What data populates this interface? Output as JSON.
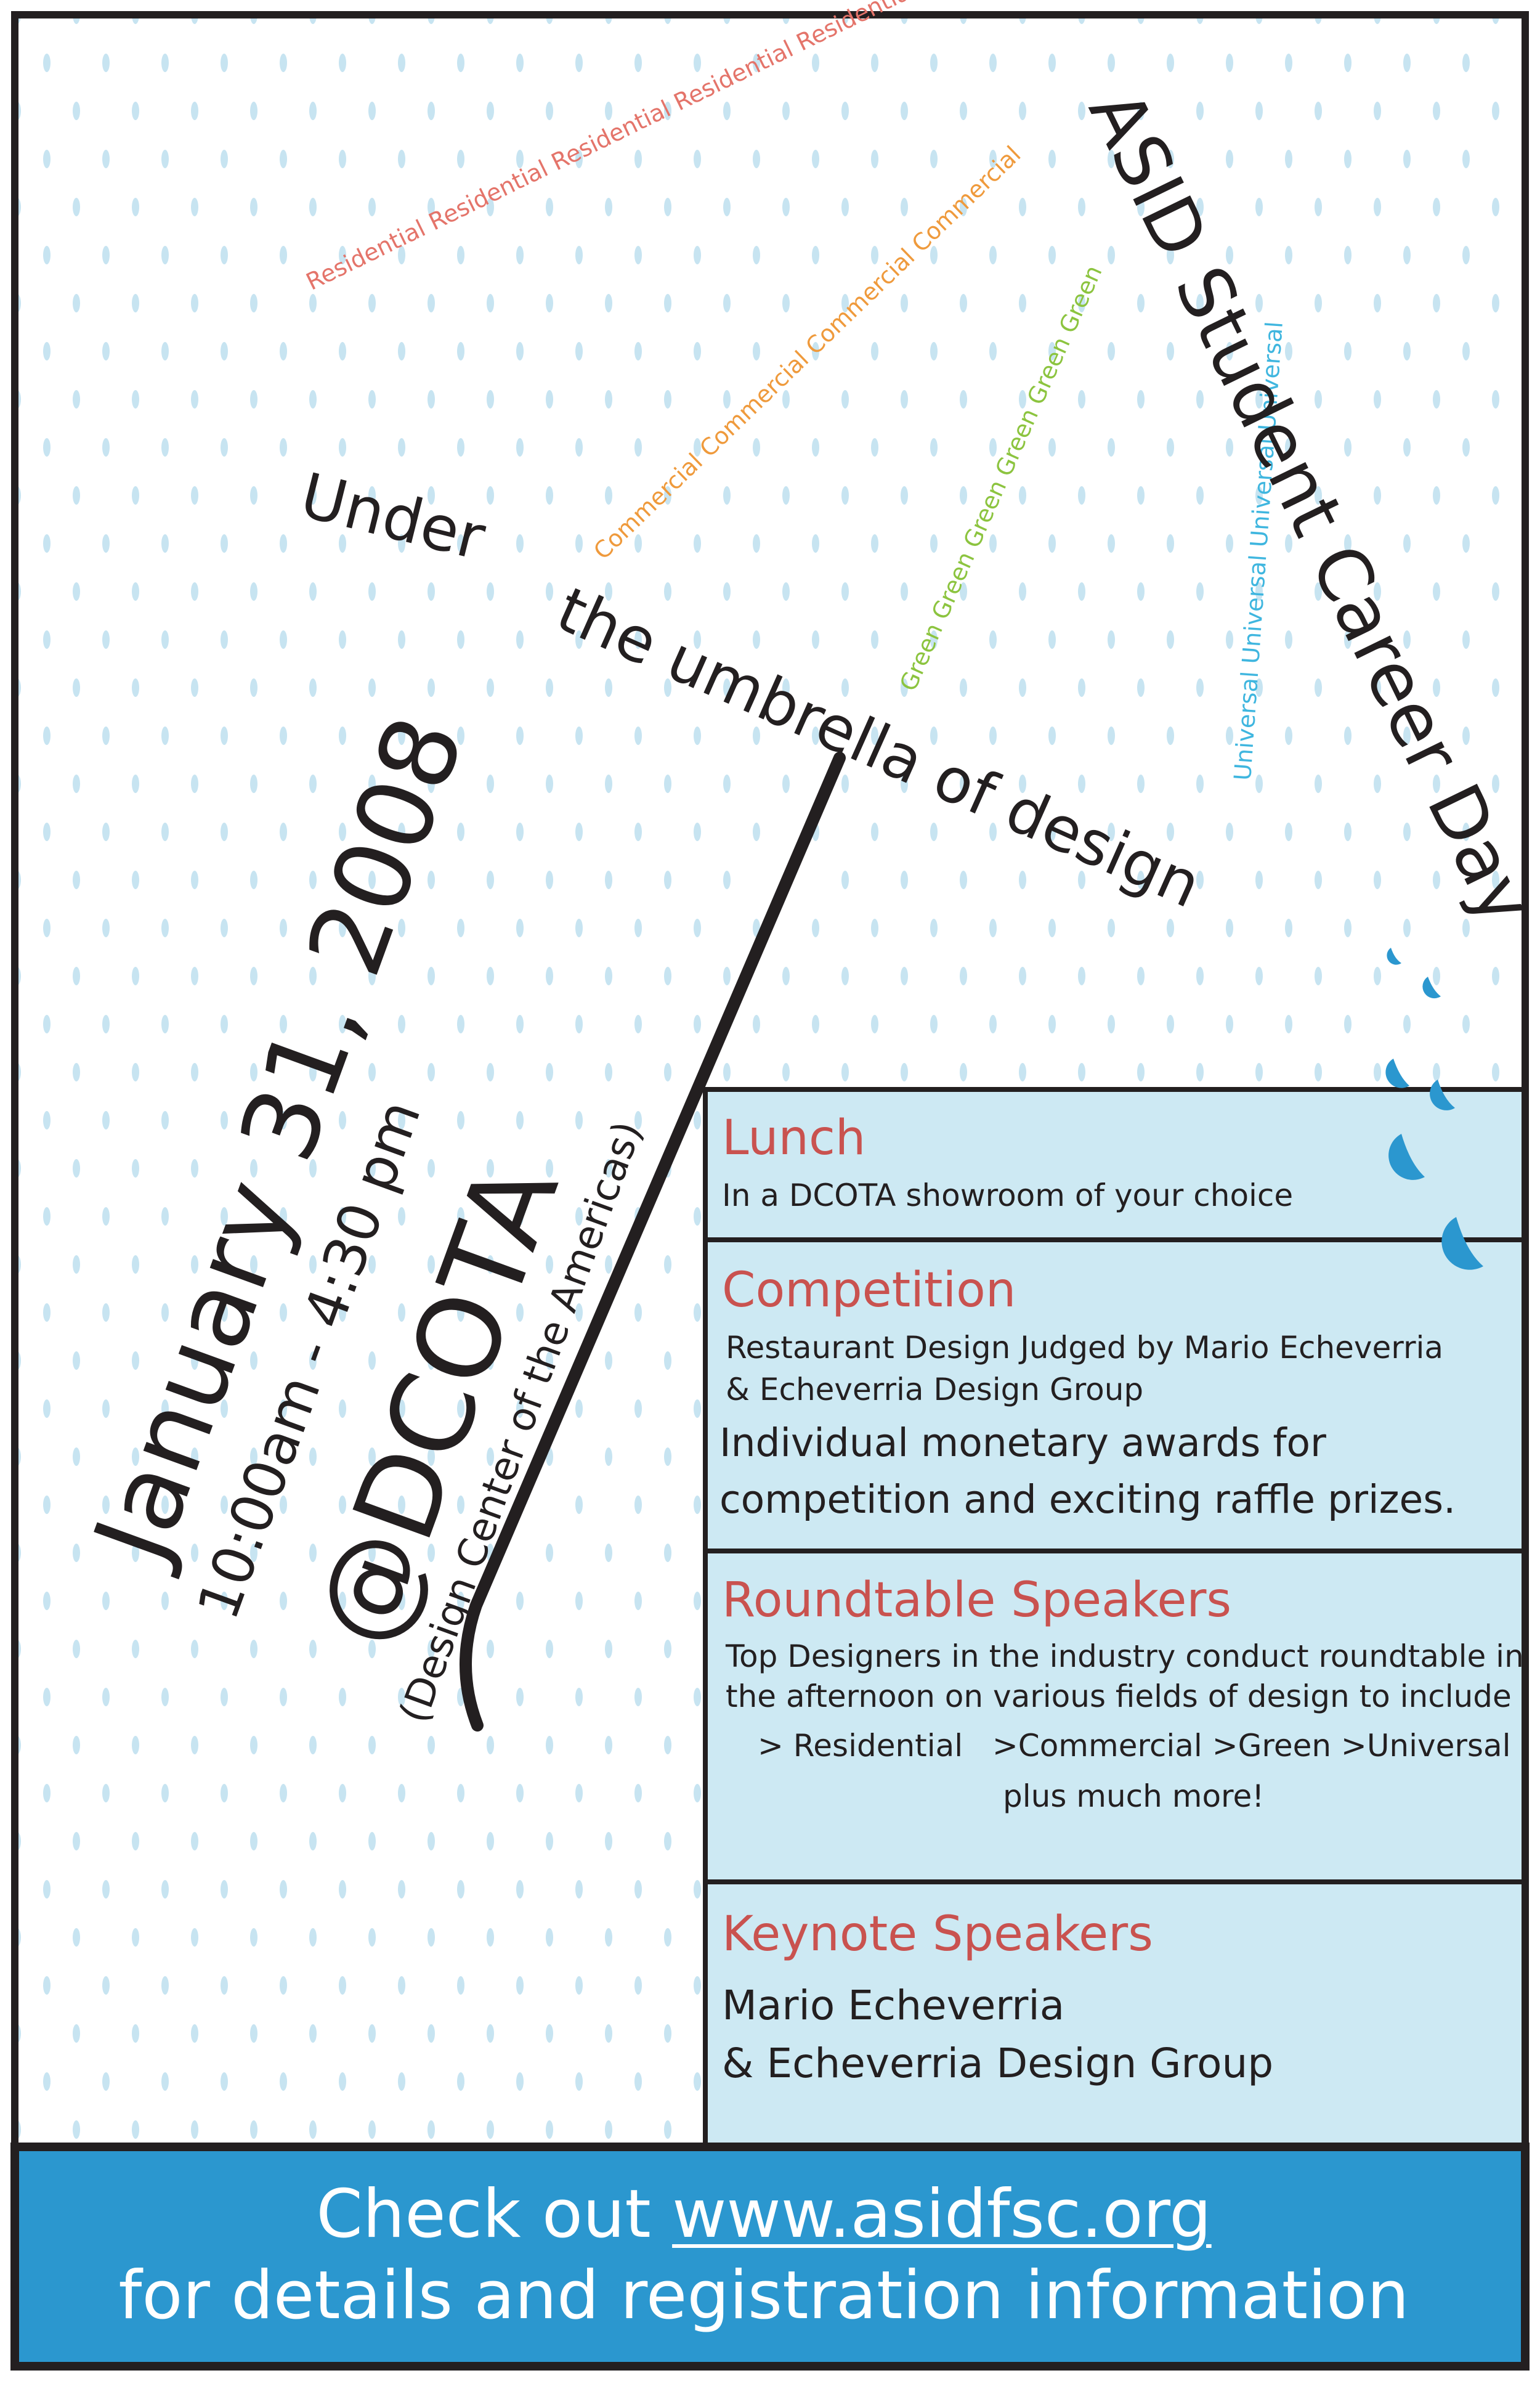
{
  "colors": {
    "background": "#ffffff",
    "border": "#231f20",
    "raindrop": "#c7e4f1",
    "drop": "#2b97cf",
    "panel": "#cde9f3",
    "banner": "#2b97cf",
    "heading": "#c9524f",
    "residential": "#e4746a",
    "commercial": "#ef9a3c",
    "green": "#8cc43f",
    "universal": "#3fb6df",
    "text": "#231f20"
  },
  "canopy": {
    "residential": "Residential Residential Residential Residential Residential",
    "commercial": "Commercial Commercial Commercial Commercial",
    "green": "Green Green Green Green Green Green",
    "universal": "Universal Universal Universal Universal"
  },
  "title": {
    "main": "ASID Student Career Day",
    "tagline_1": "Under",
    "tagline_2": "the umbrella of design"
  },
  "event": {
    "date": "January 31, 2008",
    "time": "10:00am - 4:30 pm",
    "venue": "@DCOTA",
    "venue_full": "(Design Center of the Americas)"
  },
  "panels": {
    "lunch": {
      "heading": "Lunch",
      "text": "In a DCOTA showroom of your choice"
    },
    "competition": {
      "heading": "Competition",
      "line_1": "Restaurant Design Judged by Mario Echeverria",
      "line_2": "& Echeverria Design Group",
      "line_3": "Individual monetary awards for",
      "line_4": "competition and exciting raffle prizes."
    },
    "roundtable": {
      "heading": "Roundtable Speakers",
      "line_1": "Top Designers in the industry conduct roundtable in",
      "line_2": "the afternoon on various fields of design to include :",
      "line_3": "> Residential   >Commercial >Green >Universal",
      "line_4": "plus much more!"
    },
    "keynote": {
      "heading": "Keynote Speakers",
      "line_1": "Mario Echeverria",
      "line_2": "& Echeverria Design Group"
    }
  },
  "banner": {
    "prefix": "Check out ",
    "url": "www.asidfsc.org",
    "line_2": "for details and registration information"
  }
}
